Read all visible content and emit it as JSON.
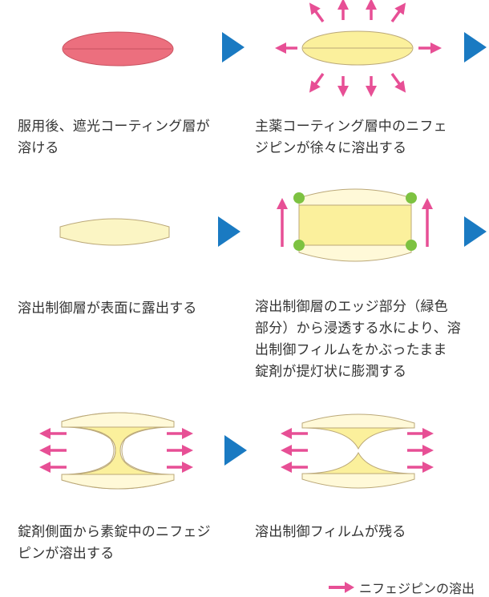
{
  "colors": {
    "coating": "#ec6f7e",
    "core": "#fbf5c4",
    "core_edge": "#fff9d8",
    "swollen": "#fbf09c",
    "outline": "#bba878",
    "arrow_blue": "#1a7ac2",
    "arrow_pink": "#e74f95",
    "dot_green": "#7dc241"
  },
  "steps": [
    {
      "caption": "服用後、遮光コーティング層が\n溶ける"
    },
    {
      "caption": "主薬コーティング層中のニフェ\nジピンが徐々に溶出する"
    },
    {
      "caption": "溶出制御層が表面に露出する"
    },
    {
      "caption": "溶出制御層のエッジ部分（緑色\n部分）から浸透する水により、溶\n出制御フィルムをかぶったまま\n錠剤が提灯状に膨潤する"
    },
    {
      "caption": "錠剤側面から素錠中のニフェジ\nピンが溶出する"
    },
    {
      "caption": "溶出制御フィルムが残る"
    }
  ],
  "legend": {
    "label": "ニフェジピンの溶出",
    "icon": "pink-arrow-icon"
  }
}
